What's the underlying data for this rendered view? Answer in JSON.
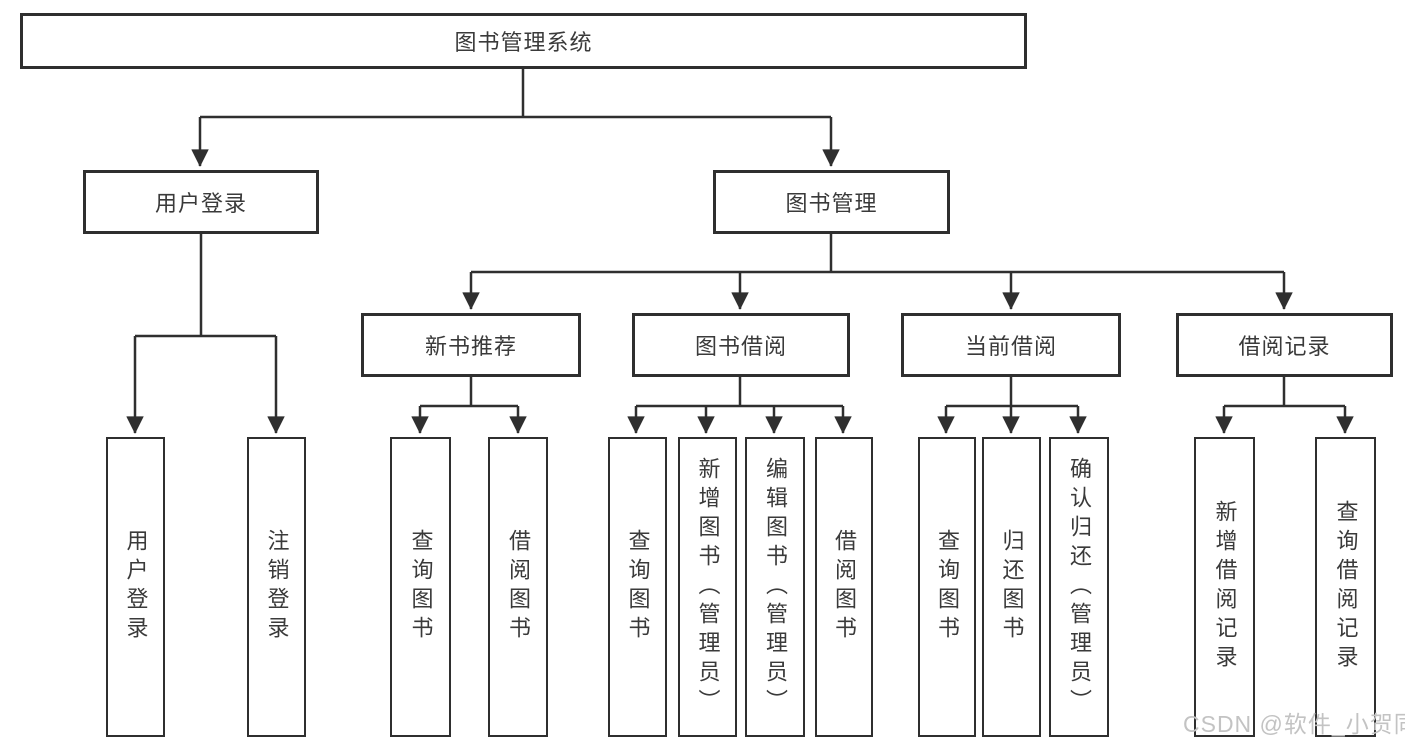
{
  "diagram": {
    "root": {
      "label": "图书管理系统"
    },
    "branches": [
      {
        "label": "用户登录",
        "children": [
          {
            "label": "用户登录"
          },
          {
            "label": "注销登录"
          }
        ]
      },
      {
        "label": "图书管理",
        "children": [
          {
            "label": "新书推荐",
            "children": [
              {
                "label": "查询图书"
              },
              {
                "label": "借阅图书"
              }
            ]
          },
          {
            "label": "图书借阅",
            "children": [
              {
                "label": "查询图书"
              },
              {
                "label": "新增图书（管理员）"
              },
              {
                "label": "编辑图书（管理员）"
              },
              {
                "label": "借阅图书"
              }
            ]
          },
          {
            "label": "当前借阅",
            "children": [
              {
                "label": "查询图书"
              },
              {
                "label": "归还图书"
              },
              {
                "label": "确认归还（管理员）"
              }
            ]
          },
          {
            "label": "借阅记录",
            "children": [
              {
                "label": "新增借阅记录"
              },
              {
                "label": "查询借阅记录"
              }
            ]
          }
        ]
      }
    ]
  },
  "watermark": "CSDN @软件_小贺同学",
  "colors": {
    "line": "#2f2f2f",
    "text": "#3a3a3a",
    "watermark": "#c3c3c3",
    "background": "#ffffff"
  }
}
